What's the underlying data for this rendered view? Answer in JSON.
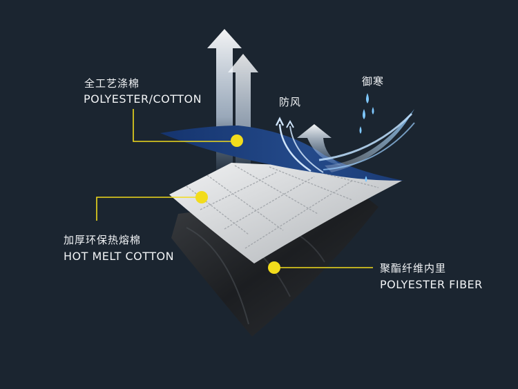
{
  "colors": {
    "background": "#1b2530",
    "callout_line": "#f2dc1c",
    "outer_fabric": "#1e3c78",
    "middle_layer": "#d6d8da",
    "lining": "#26282b",
    "arrow": "#e6eef8"
  },
  "features": {
    "windproof": "防风",
    "cold_resistant": "御寒"
  },
  "layers": {
    "outer": {
      "cn": "全工艺涤棉",
      "en": "POLYESTER/COTTON"
    },
    "middle": {
      "cn": "加厚环保热熔棉",
      "en": "HOT MELT COTTON"
    },
    "inner": {
      "cn": "聚酯纤维内里",
      "en": "POLYESTER FIBER"
    }
  },
  "icons": [
    "up-arrows-icon",
    "wind-arrows-icon",
    "water-drops-icon",
    "wave-swoosh-icon"
  ]
}
